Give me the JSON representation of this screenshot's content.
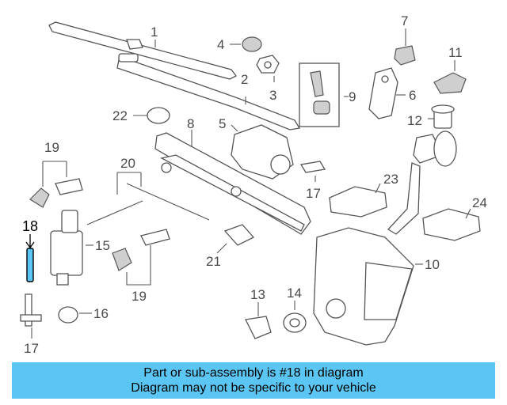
{
  "callouts": {
    "c1": "1",
    "c2": "2",
    "c3": "3",
    "c4": "4",
    "c5": "5",
    "c6": "6",
    "c7": "7",
    "c8": "8",
    "c9": "9",
    "c10": "10",
    "c11": "11",
    "c12": "12",
    "c13": "13",
    "c14": "14",
    "c15": "15",
    "c16": "16",
    "c17a": "17",
    "c17b": "17",
    "c18": "18",
    "c19a": "19",
    "c19b": "19",
    "c20": "20",
    "c21": "21",
    "c22": "22",
    "c23": "23",
    "c24": "24"
  },
  "highlight": {
    "part_number": "18",
    "color": "#5bc6f4"
  },
  "banner": {
    "line1": "Part or sub-assembly is #18 in diagram",
    "line2": "Diagram may not be specific to your vehicle"
  }
}
